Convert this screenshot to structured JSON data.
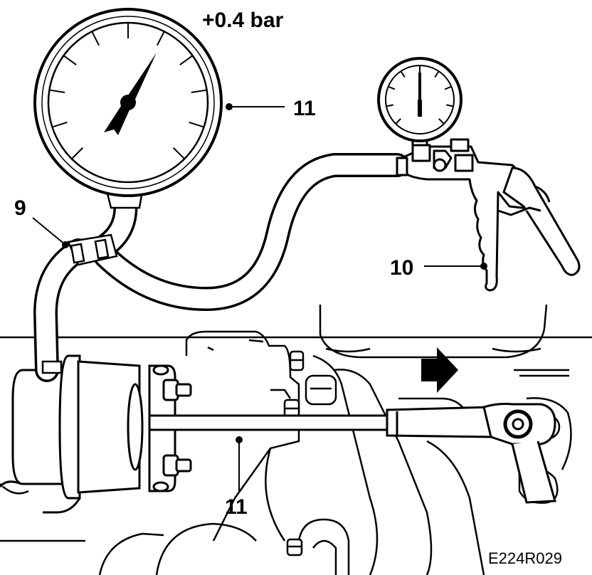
{
  "diagram": {
    "pressure_reading": "+0.4 bar",
    "figure_code": "E224R029",
    "callouts": {
      "hose": "9",
      "hand_pump": "10",
      "pressure_gauge": "11",
      "actuator_rod": "11"
    }
  }
}
